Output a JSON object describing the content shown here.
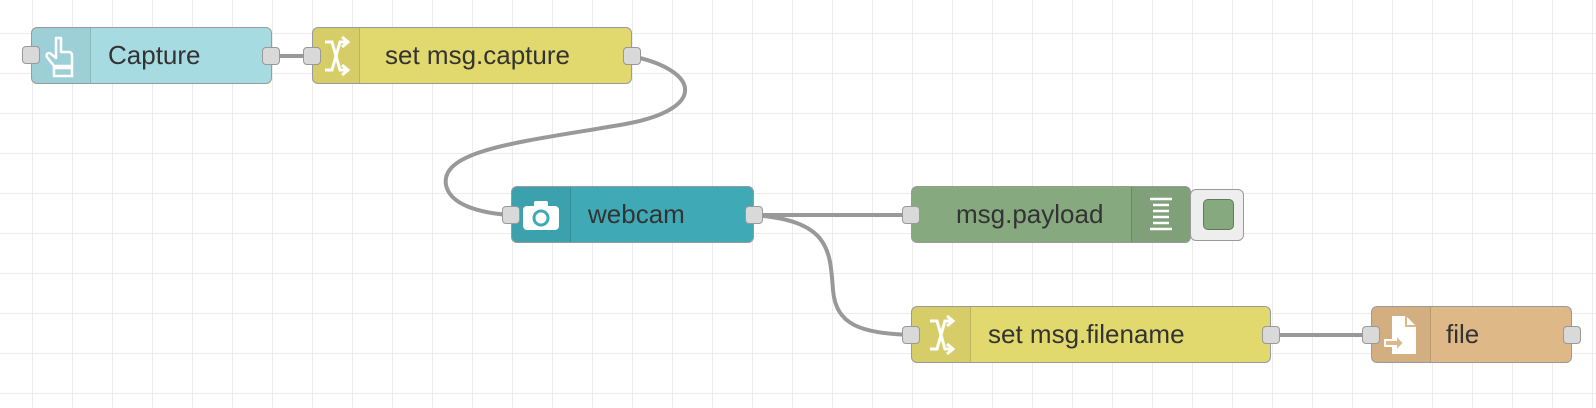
{
  "canvas": {
    "grid": true
  },
  "nodes": {
    "capture": {
      "label": "Capture",
      "icon": "hand-icon",
      "color": "#a6dbe2"
    },
    "set_capture": {
      "label": "set msg.capture",
      "icon": "shuffle-icon",
      "color": "#e2d96e"
    },
    "webcam": {
      "label": "webcam",
      "icon": "camera-icon",
      "color": "#3faab6"
    },
    "debug": {
      "label": "msg.payload",
      "icon": "list-icon",
      "color": "#87a980"
    },
    "set_filename": {
      "label": "set msg.filename",
      "icon": "shuffle-icon",
      "color": "#e2d96e"
    },
    "file": {
      "label": "file",
      "icon": "file-icon",
      "color": "#deb887"
    }
  },
  "wires": [
    {
      "from": "capture",
      "to": "set_capture"
    },
    {
      "from": "set_capture",
      "to": "webcam"
    },
    {
      "from": "webcam",
      "to": "debug"
    },
    {
      "from": "webcam",
      "to": "set_filename"
    },
    {
      "from": "set_filename",
      "to": "file"
    }
  ]
}
